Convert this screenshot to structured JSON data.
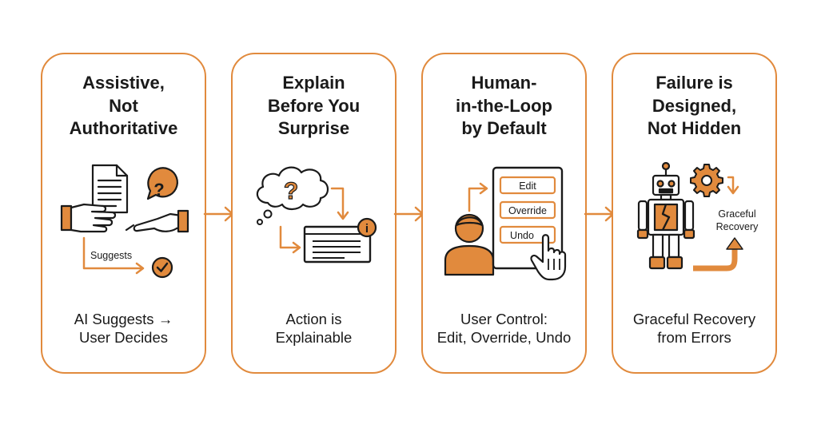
{
  "colors": {
    "accent": "#e18a3d",
    "ink": "#1a1a1a",
    "background": "#ffffff"
  },
  "cards": [
    {
      "title_lines": [
        "Assistive,",
        "Not",
        "Authoritative"
      ],
      "caption_lines": [
        "AI Suggests →",
        "User Decides"
      ],
      "icon": "hand-offering-document-icon",
      "labels": {
        "suggests": "Suggests",
        "question": "?"
      }
    },
    {
      "title_lines": [
        "Explain",
        "Before You",
        "Surprise"
      ],
      "caption_lines": [
        "Action is",
        "Explainable"
      ],
      "icon": "thought-bubble-explanation-icon",
      "labels": {
        "question": "?",
        "info": "i"
      }
    },
    {
      "title_lines": [
        "Human-",
        "in-the-Loop",
        "by Default"
      ],
      "caption_lines": [
        "User Control:",
        "Edit, Override, Undo"
      ],
      "icon": "user-control-panel-icon",
      "labels": {
        "edit": "Edit",
        "override": "Override",
        "undo": "Undo"
      }
    },
    {
      "title_lines": [
        "Failure is",
        "Designed,",
        "Not Hidden"
      ],
      "caption_lines": [
        "Graceful Recovery",
        "from Errors"
      ],
      "icon": "robot-recovery-icon",
      "labels": {
        "recovery_line1": "Graceful",
        "recovery_line2": "Recovery"
      }
    }
  ]
}
